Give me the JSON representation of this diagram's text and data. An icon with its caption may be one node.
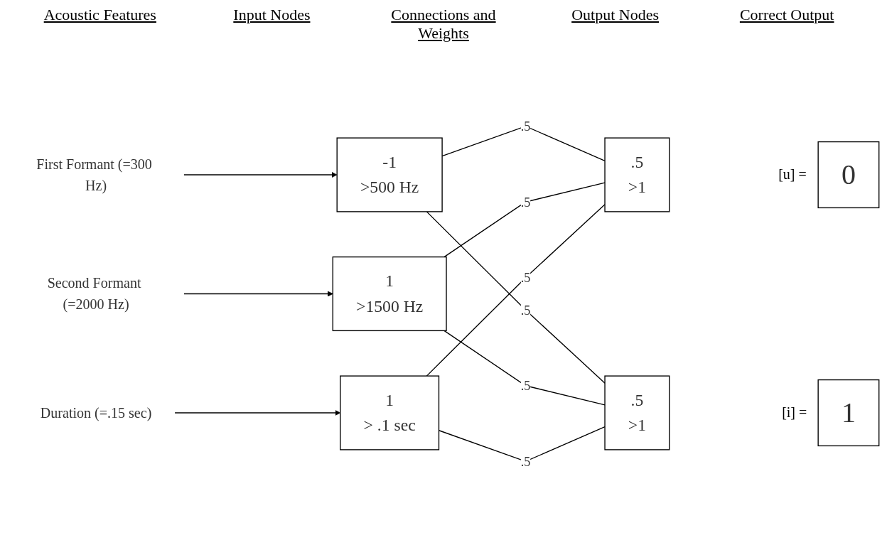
{
  "diagram": {
    "nodes": [
      {
        "text": [
          "First Formant (=300 Hz)"
        ]
      },
      {
        "text": [
          "-1",
          ">500 Hz"
        ]
      },
      {
        "text": [
          "Second Formant (=2000 Hz)"
        ]
      },
      {
        "text": [
          "1",
          ">1500 Hz"
        ]
      },
      {
        "text": [
          "Duration (=.15 sec)"
        ]
      },
      {
        "text": [
          "1",
          "> .1 sec"
        ]
      },
      {
        "text": [
          ".5",
          ">1"
        ]
      },
      {
        "text": [
          ".5",
          ">1"
        ]
      },
      {
        "text": [
          "0"
        ],
        "beside": [
          "[u] ="
        ]
      },
      {
        "text": [
          "1"
        ],
        "beside": [
          "[i] ="
        ]
      }
    ],
    "edges": [
      {
        "from": 0,
        "to": 1,
        "arrow": "to"
      },
      {
        "from": 2,
        "to": 3,
        "arrow": "to"
      },
      {
        "from": 4,
        "to": 5,
        "arrow": "to"
      },
      {
        "from": 1,
        "to": 6,
        "arrow": "none",
        "label": ".5"
      },
      {
        "from": 1,
        "to": 7,
        "arrow": "none",
        "label": ".5"
      },
      {
        "from": 3,
        "to": 6,
        "arrow": "none",
        "label": ".5"
      },
      {
        "from": 3,
        "to": 7,
        "arrow": "none",
        "label": ".5"
      },
      {
        "from": 5,
        "to": 6,
        "arrow": "none",
        "label": ".5"
      },
      {
        "from": 5,
        "to": 7,
        "arrow": "none",
        "label": ".5"
      }
    ],
    "labels": [
      "Acoustic Features",
      "Input Nodes",
      "Connections and Weights",
      "Output Nodes",
      "Correct Output"
    ]
  }
}
